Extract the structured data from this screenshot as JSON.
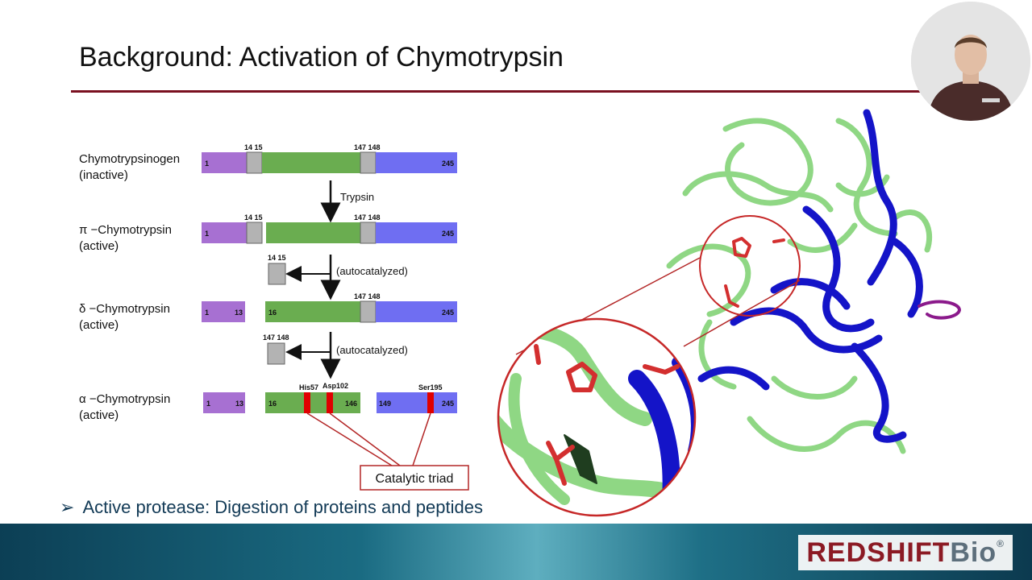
{
  "slide": {
    "title": "Background: Activation of Chymotrypsin",
    "bullet": "Active protease: Digestion of proteins and peptides",
    "bullet_icon": "arrowhead-bullet-icon"
  },
  "diagram": {
    "rows": [
      {
        "name": "Chymotrypsinogen",
        "state": "(inactive)"
      },
      {
        "name": "π −Chymotrypsin",
        "state": "(active)"
      },
      {
        "name": "δ −Chymotrypsin",
        "state": "(active)"
      },
      {
        "name": "α −Chymotrypsin",
        "state": "(active)"
      }
    ],
    "labels": {
      "n1": "1",
      "n245": "245",
      "n13": "13",
      "n16": "16",
      "n146": "146",
      "n149": "149",
      "p1415": "14 15",
      "p147148": "147 148",
      "his57": "His57",
      "asp102": "Asp102",
      "ser195": "Ser195"
    },
    "steps": {
      "trypsin": "Trypsin",
      "auto1": "(autocatalyzed)",
      "auto2": "(autocatalyzed)"
    },
    "callout": "Catalytic triad",
    "colors": {
      "purple": "#a770d2",
      "green": "#6aad50",
      "blue": "#6f6ef2",
      "gray": "#b3b3b3",
      "red": "#e00000",
      "callout_border": "#b32626"
    }
  },
  "brand": {
    "logo_red": "REDSHIFT",
    "logo_bio": "Bio",
    "logo_reg": "®"
  }
}
